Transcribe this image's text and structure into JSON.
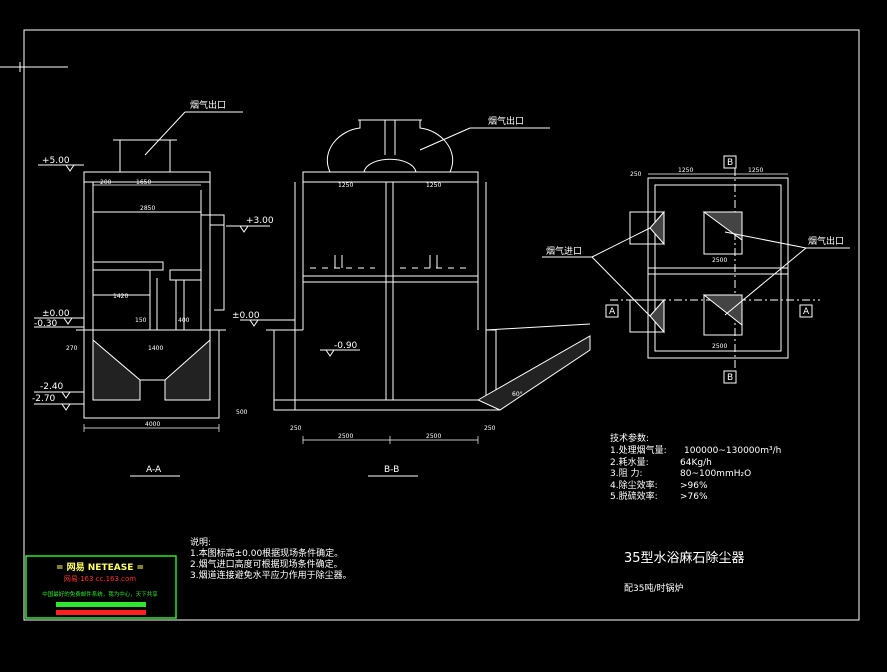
{
  "colors": {
    "background": "#000000",
    "line": "#ffffff",
    "green": "#2ee62e",
    "red": "#ff2020",
    "logo_text": "#ffff66"
  },
  "section_aa": {
    "title": "A-A",
    "outlet_label": "烟气出口",
    "levels": [
      "+5.00",
      "+3.00",
      "±0.00",
      "-0.30",
      "-2.40",
      "-2.70"
    ],
    "dims": [
      "1650",
      "200",
      "2850",
      "1420",
      "150",
      "400",
      "1400",
      "4000",
      "270",
      "500"
    ]
  },
  "section_bb": {
    "title": "B-B",
    "outlet_label": "烟气出口",
    "levels": [
      "±0.00",
      "-0.90"
    ],
    "dims": [
      "1250",
      "1250",
      "250",
      "2500",
      "2500",
      "250",
      "60°"
    ]
  },
  "plan": {
    "marks": [
      "B",
      "B",
      "A",
      "A"
    ],
    "inlet_label": "烟气进口",
    "outlet_label": "烟气出口",
    "dims": [
      "1250",
      "1250",
      "2500",
      "2500",
      "250"
    ]
  },
  "tech_params": {
    "title": "技术参数:",
    "items": [
      {
        "label": "1.处理烟气量:",
        "value": "100000~130000m³/h"
      },
      {
        "label": "2.耗水量:",
        "value": "64Kg/h"
      },
      {
        "label": "3.阻   力:",
        "value": "80~100mmH₂O"
      },
      {
        "label": "4.除尘效率:",
        "value": ">96%"
      },
      {
        "label": "5.脱硫效率:",
        "value": ">76%"
      }
    ]
  },
  "notes": {
    "title": "说明:",
    "items": [
      "1.本图标高±0.00根据现场条件确定。",
      "2.烟气进口高度可根据现场条件确定。",
      "3.烟道连接避免水平应力作用于除尘器。"
    ]
  },
  "drawing_title": {
    "main": "35型水浴麻石除尘器",
    "sub": "配35吨/时锅炉"
  },
  "logo": {
    "name": "= 网易  NETEASE =",
    "site": "网易·163  cc.163.com",
    "slogan": "中国最好的免费邮件系统，我为中心，天下共享"
  }
}
